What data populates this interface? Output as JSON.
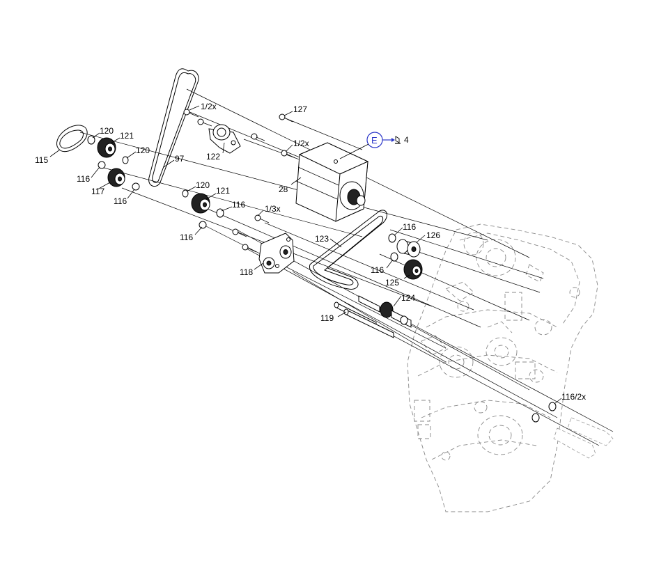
{
  "labels": {
    "l115": "115",
    "l120a": "120",
    "l121a": "121",
    "l120b": "120",
    "l116a": "116",
    "l117": "117",
    "l116b": "116",
    "l97": "97",
    "l12x": "1/2x",
    "l122": "122",
    "l127": "127",
    "l12xb": "1/2x",
    "l28": "28",
    "l120c": "120",
    "l121b": "121",
    "l116c": "116",
    "l13x": "1/3x",
    "l116d": "116",
    "l118": "118",
    "l123": "123",
    "l116e": "116",
    "l126": "126",
    "l116f": "116",
    "l125": "125",
    "l124": "124",
    "l119": "119",
    "l1162x": "116/2x"
  },
  "callout": {
    "letter": "E",
    "page_ref": "4",
    "icon": "book-page-icon"
  }
}
